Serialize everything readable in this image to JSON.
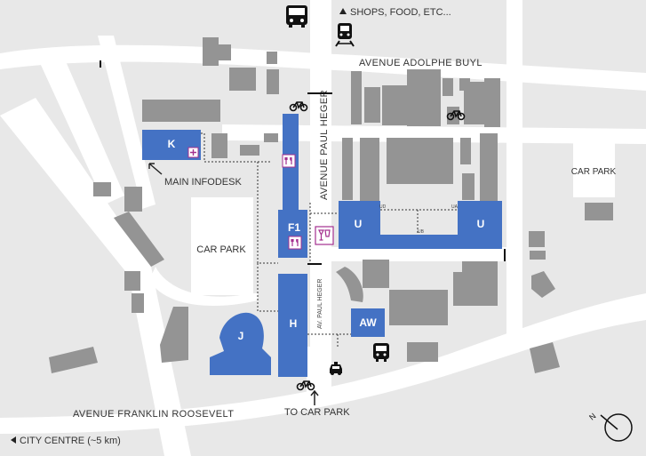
{
  "labels": {
    "avenue_adolphe_buyl": "AVENUE ADOLPHE BUYL",
    "avenue_paul_heger": "AVENUE PAUL HEGER",
    "av_paul_heger": "AV. PAUL HEGER",
    "avenue_franklin_roosevelt": "AVENUE FRANKLIN ROOSEVELT",
    "shops_food": "SHOPS, FOOD, ETC...",
    "main_infodesk": "MAIN INFODESK",
    "car_park_west": "CAR PARK",
    "car_park_east": "CAR PARK",
    "to_car_park": "TO CAR PARK",
    "city_centre": "CITY CENTRE (~5 km)"
  },
  "buildings": {
    "k": "K",
    "f1": "F1",
    "u_left": "U",
    "u_right": "U",
    "h": "H",
    "j": "J",
    "aw": "AW"
  },
  "colors": {
    "background": "#e8e8e8",
    "road": "#ffffff",
    "building": "#949494",
    "campus_building": "#4472c4",
    "amenity": "#a4308f",
    "path": "#333333"
  },
  "icons": [
    "bus-icon",
    "train-icon",
    "bicycle-icon",
    "restaurant-icon",
    "bar-icon",
    "info-icon",
    "taxi-icon",
    "bus-stop-icon",
    "compass-icon",
    "arrow-up-icon",
    "arrow-left-icon"
  ]
}
